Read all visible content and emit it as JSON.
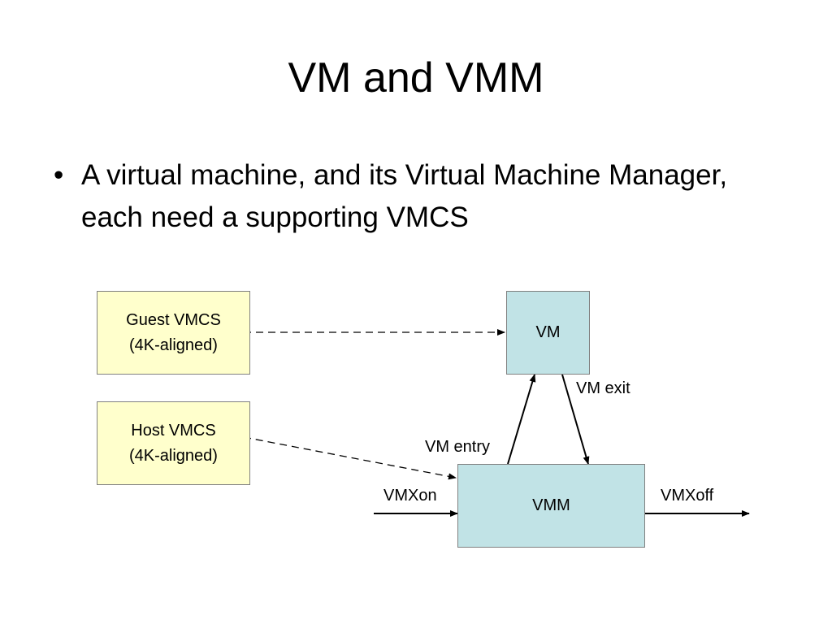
{
  "slide": {
    "title": "VM and VMM",
    "bullet_mark": "•",
    "bullet_text": "A virtual machine, and its Virtual Machine Manager, each need a supporting VMCS"
  },
  "diagram": {
    "guest_vmcs": {
      "line1": "Guest VMCS",
      "line2": "(4K-aligned)"
    },
    "host_vmcs": {
      "line1": "Host VMCS",
      "line2": "(4K-aligned)"
    },
    "vm_label": "VM",
    "vmm_label": "VMM",
    "vm_exit_label": "VM exit",
    "vm_entry_label": "VM entry",
    "vmxon_label": "VMXon",
    "vmxoff_label": "VMXoff",
    "colors": {
      "vmcs_fill": "#ffffcc",
      "vm_fill": "#c1e3e6",
      "border": "#808080"
    }
  }
}
